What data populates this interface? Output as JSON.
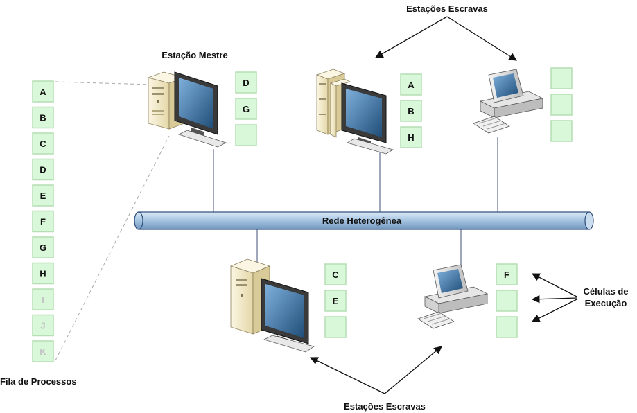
{
  "labels": {
    "master": "Estação Mestre",
    "slaves_top": "Estações Escravas",
    "slaves_bottom": "Estações Escravas",
    "network": "Rede Heterogênea",
    "queue": "Fila de Processos",
    "cells_line1": "Células de",
    "cells_line2": "Execução"
  },
  "queue": [
    {
      "letter": "A",
      "pending": false
    },
    {
      "letter": "B",
      "pending": false
    },
    {
      "letter": "C",
      "pending": false
    },
    {
      "letter": "D",
      "pending": false
    },
    {
      "letter": "E",
      "pending": false
    },
    {
      "letter": "F",
      "pending": false
    },
    {
      "letter": "G",
      "pending": false
    },
    {
      "letter": "H",
      "pending": false
    },
    {
      "letter": "I",
      "pending": true
    },
    {
      "letter": "J",
      "pending": true
    },
    {
      "letter": "K",
      "pending": true
    }
  ],
  "stations": {
    "master": [
      "D",
      "G",
      ""
    ],
    "slave_top_left": [
      "A",
      "B",
      "H"
    ],
    "slave_top_right": [
      "",
      "",
      ""
    ],
    "slave_bottom_left": [
      "C",
      "E",
      ""
    ],
    "slave_bottom_right": [
      "F",
      "",
      ""
    ]
  },
  "colors": {
    "cell_fill": "#d9f7d9",
    "cell_border": "#b4deb4",
    "network_fill": "#a9c7e3",
    "network_stroke": "#2e4d7a",
    "tower": "#f1e8c8",
    "screen": "#2d5e8a"
  }
}
